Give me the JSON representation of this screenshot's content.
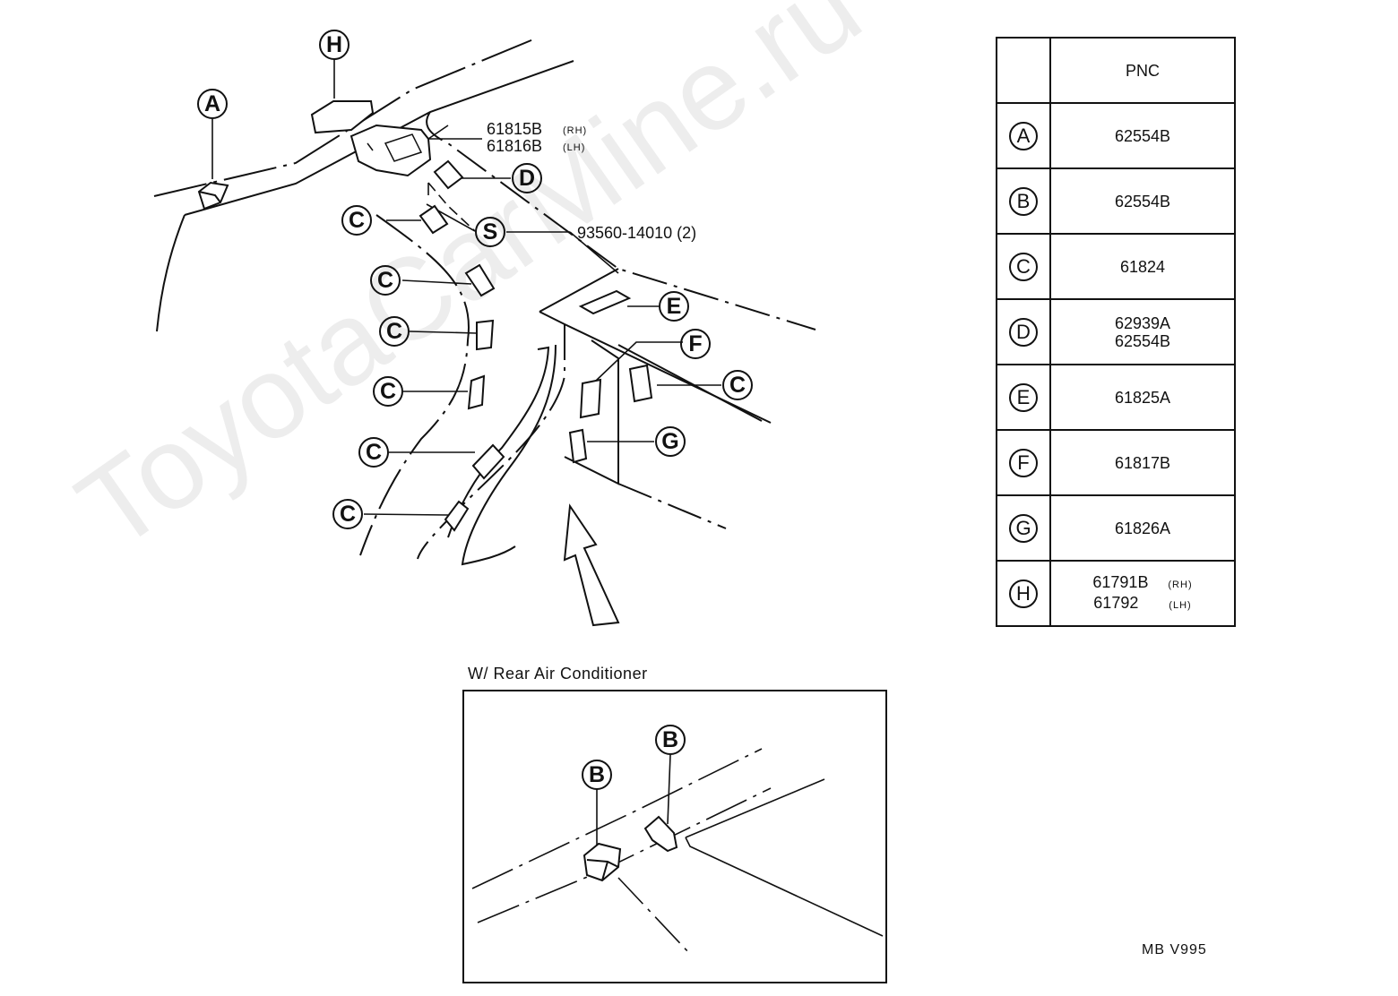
{
  "watermark": "ToyotaCarMine.ru",
  "inset_title": "W/ Rear Air Conditioner",
  "ref_code": "MB  V995",
  "callouts": {
    "A": "A",
    "B": "B",
    "C": "C",
    "D": "D",
    "E": "E",
    "F": "F",
    "G": "G",
    "H": "H",
    "S": "S"
  },
  "part_labels": {
    "p1_num": "61815B",
    "p1_side": "(RH)",
    "p2_num": "61816B",
    "p2_side": "(LH)",
    "screw_num": "93560-14010 (2)"
  },
  "table": {
    "header": "PNC",
    "rows": [
      {
        "key": "A",
        "pnc": [
          "62554B"
        ],
        "side": []
      },
      {
        "key": "B",
        "pnc": [
          "62554B"
        ],
        "side": []
      },
      {
        "key": "C",
        "pnc": [
          "61824"
        ],
        "side": []
      },
      {
        "key": "D",
        "pnc": [
          "62939A",
          "62554B"
        ],
        "side": []
      },
      {
        "key": "E",
        "pnc": [
          "61825A"
        ],
        "side": []
      },
      {
        "key": "F",
        "pnc": [
          "61817B"
        ],
        "side": []
      },
      {
        "key": "G",
        "pnc": [
          "61826A"
        ],
        "side": []
      },
      {
        "key": "H",
        "pnc": [
          "61791B",
          "61792"
        ],
        "side": [
          "(RH)",
          "(LH)"
        ]
      }
    ]
  }
}
